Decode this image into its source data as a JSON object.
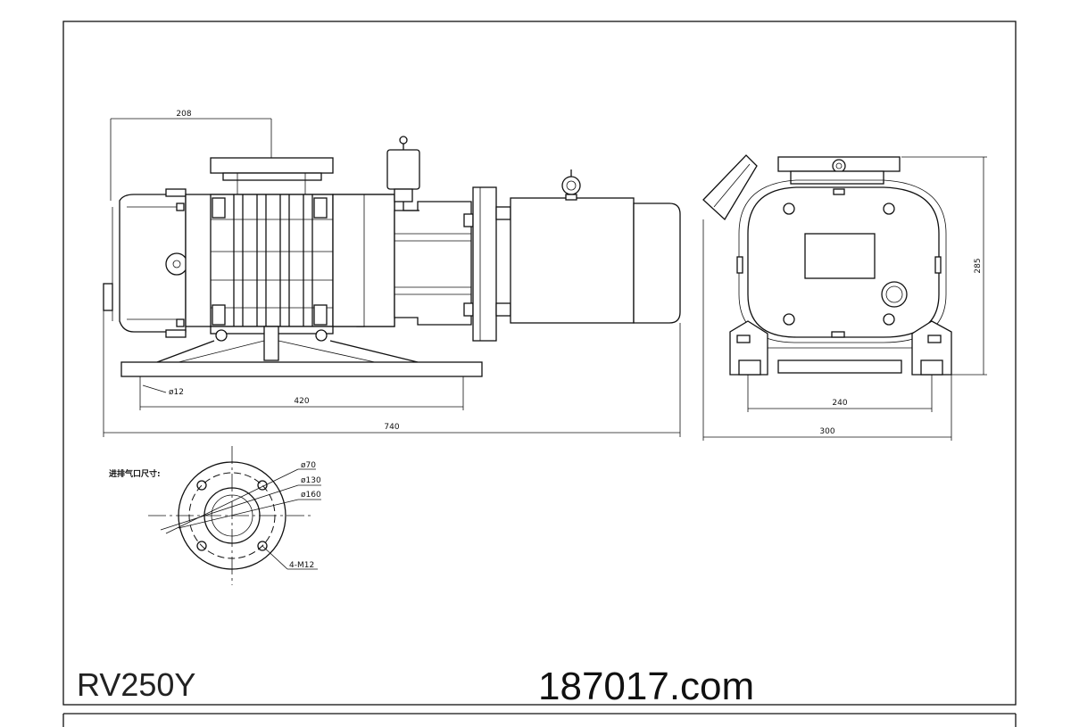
{
  "drawing": {
    "model": "RV250Y",
    "website": "187017.com",
    "dimensions": {
      "top_width": "208",
      "hole_dia": "ø12",
      "base_length": "420",
      "total_length": "740",
      "height": "285",
      "end_base_width": "240",
      "end_total_width": "300"
    },
    "flange": {
      "title": "进排气口尺寸:",
      "inner_dia": "ø70",
      "bolt_circle": "ø130",
      "outer_dia": "ø160",
      "bolts": "4-M12"
    }
  }
}
